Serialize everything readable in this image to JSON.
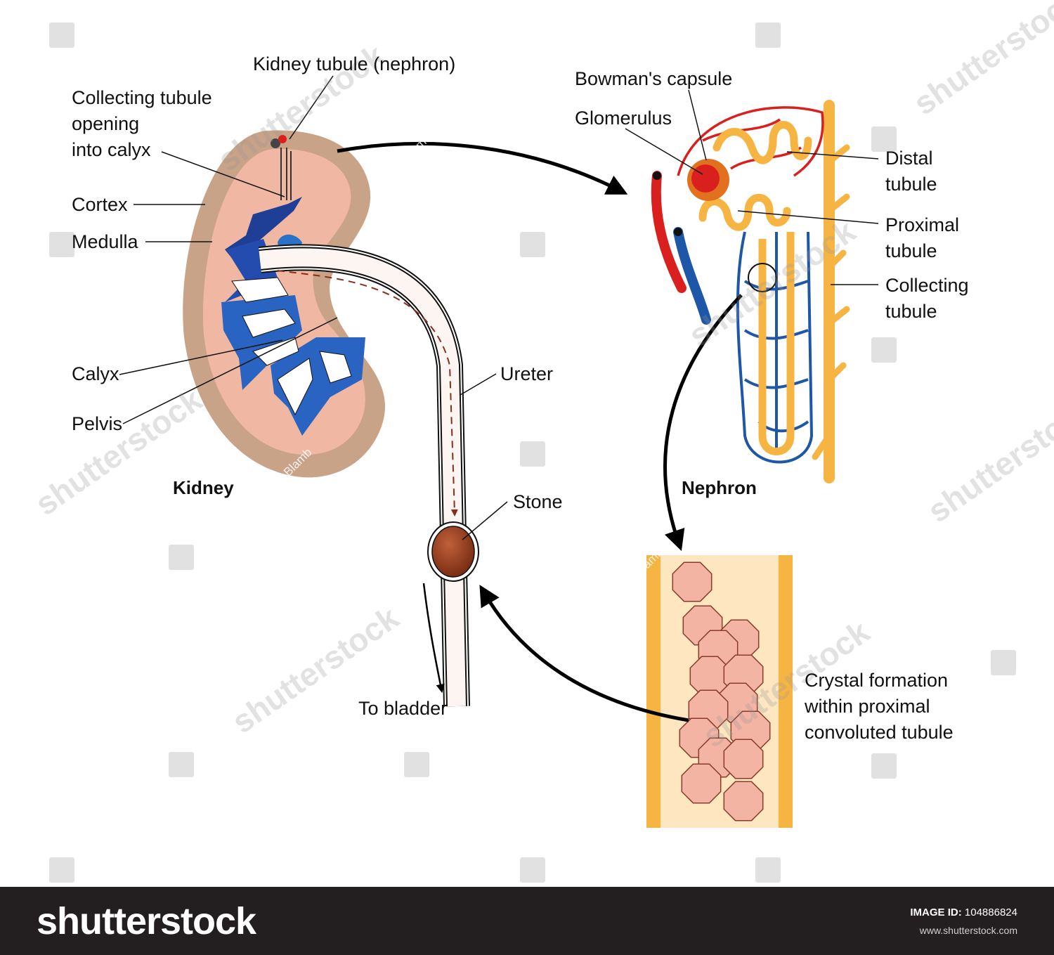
{
  "labels": {
    "kidney_tubule": "Kidney tubule (nephron)",
    "collecting_opening": "Collecting tubule\nopening\ninto calyx",
    "cortex": "Cortex",
    "medulla": "Medulla",
    "calyx": "Calyx",
    "pelvis": "Pelvis",
    "kidney": "Kidney",
    "ureter": "Ureter",
    "stone": "Stone",
    "to_bladder": "To bladder",
    "bowmans_capsule": "Bowman's capsule",
    "glomerulus": "Glomerulus",
    "distal_tubule": "Distal\ntubule",
    "proximal_tubule": "Proximal\ntubule",
    "collecting_tubule": "Collecting\ntubule",
    "nephron": "Nephron",
    "crystal_formation": "Crystal formation\nwithin proximal\nconvoluted tubule"
  },
  "watermarks": {
    "artist": "Blamb",
    "site": "shutterstock"
  },
  "footer": {
    "brand": "shutterstock",
    "image_id_label": "IMAGE ID:",
    "image_id": "104886824",
    "site": "www.shutterstock.com"
  },
  "colors": {
    "cortex": "#c8a388",
    "medulla": "#f0b8a2",
    "vein": "#1e56a8",
    "artery": "#d9201e",
    "tubule": "#f6b443",
    "crystal": "#f3b4a4",
    "stone": "#9a3f1f",
    "footer": "#231f20"
  }
}
